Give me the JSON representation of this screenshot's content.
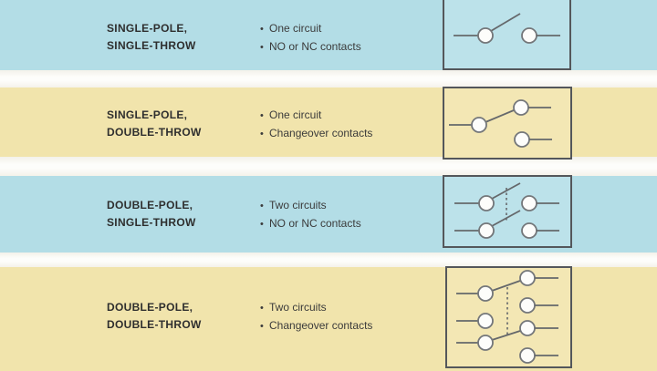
{
  "table_name": "switch-types-comparison",
  "rows": [
    {
      "type_line1": "SINGLE-POLE,",
      "type_line2": "SINGLE-THROW",
      "bullets": [
        "One circuit",
        "NO or NC contacts"
      ],
      "symbol_icon": "spst-circuit-symbol"
    },
    {
      "type_line1": "SINGLE-POLE,",
      "type_line2": "DOUBLE-THROW",
      "bullets": [
        "One circuit",
        "Changeover contacts"
      ],
      "symbol_icon": "spdt-circuit-symbol"
    },
    {
      "type_line1": "DOUBLE-POLE,",
      "type_line2": "SINGLE-THROW",
      "bullets": [
        "Two circuits",
        "NO or NC contacts"
      ],
      "symbol_icon": "dpst-circuit-symbol"
    },
    {
      "type_line1": "DOUBLE-POLE,",
      "type_line2": "DOUBLE-THROW",
      "bullets": [
        "Two circuits",
        "Changeover contacts"
      ],
      "symbol_icon": "dpdt-circuit-symbol"
    }
  ],
  "colors": {
    "row_blue": "#b3dde6",
    "row_tan": "#f1e4ac",
    "gap_white": "#fbfaf6",
    "box_fill_blue": "#bce2ea",
    "box_fill_tan": "#f3e7b4",
    "box_border": "#54575b",
    "symbol_stroke": "#65686b",
    "heading_text": "#2e2e2e",
    "body_text": "#3b3b3b"
  }
}
